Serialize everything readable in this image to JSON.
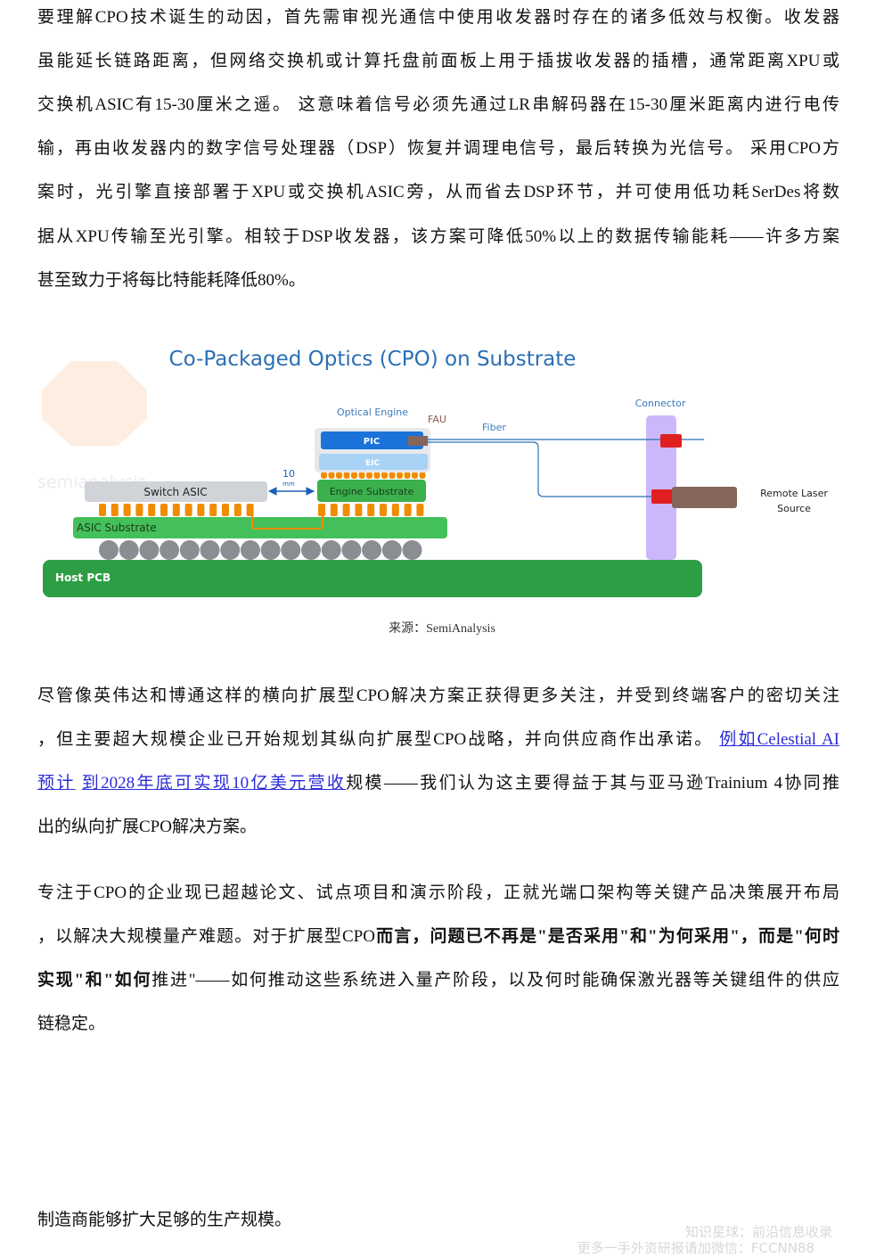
{
  "paragraphs": [
    {
      "lines": [
        [
          {
            "t": "要理解CPO技术诞生的动因，首先需审视光通信中使用收发器时存在的诸多低效与权衡。收发器"
          }
        ],
        [
          {
            "t": "虽能延长链路距离，但网络交换机或计算托盘前面板上用于插拔收发器的插槽，通常距离XPU或"
          }
        ],
        [
          {
            "t": "交换机ASIC有15-30厘米之遥。 这意味着信号必须先通过LR串解码器在15-30厘米距离内进行电传"
          }
        ],
        [
          {
            "t": "输，再由收发器内的数字信号处理器（DSP）恢复并调理电信号，最后转换为光信号。 采用CPO方"
          }
        ],
        [
          {
            "t": "案时，光引擎直接部署于XPU或交换机ASIC旁，从而省去DSP环节，并可使用低功耗SerDes将数"
          }
        ],
        [
          {
            "t": "据从XPU传输至光引擎。相较于DSP收发器，该方案可降低50%以上的数据传输能耗——许多方案"
          }
        ],
        [
          {
            "t": "甚至致力于将每比特能耗降低80%。"
          }
        ]
      ]
    },
    {
      "lines": [
        [
          {
            "t": "尽管像英伟达和博通这样的横向扩展型CPO解决方案正获得更多关注，并受到终端客户的密切关注"
          }
        ],
        [
          {
            "t": "，但主要超大规模企业已开始规划其纵向扩展型CPO战略，并向供应商作出承诺。 "
          },
          {
            "t": "例如Celestial AI",
            "style": "link"
          }
        ],
        [
          {
            "t": "预计",
            "style": "link"
          },
          {
            "t": " "
          },
          {
            "t": "到2028年底可实现10亿美元营收",
            "style": "link"
          },
          {
            "t": "规模——我们认为这主要得益于其与亚马逊Trainium 4协同推"
          }
        ],
        [
          {
            "t": "出的纵向扩展CPO解决方案。"
          }
        ]
      ]
    },
    {
      "lines": [
        [
          {
            "t": "专注于CPO的企业现已超越论文、试点项目和演示阶段，正就光端口架构等关键产品决策展开布局"
          }
        ],
        [
          {
            "t": "，以解决大规模量产难题。对于扩展型CPO"
          },
          {
            "t": "而言，问题已不再是\"是否采用\"和\"为何采用\"，而是\"何时",
            "style": "bold"
          }
        ],
        [
          {
            "t": "实现\"和\"如何",
            "style": "bold"
          },
          {
            "t": "推进\"——如何推动这些系统进入量产阶段，以及何时能确保激光器等关键组件的供应"
          }
        ],
        [
          {
            "t": "链稳定。"
          }
        ]
      ]
    },
    {
      "lines": [
        [
          {
            "t": "制造商能够扩大足够的生产规模。"
          }
        ]
      ]
    }
  ],
  "figure": {
    "title": "Co-Packaged Optics (CPO) on Substrate",
    "logo_text": "semianalysis",
    "labels": {
      "optical_engine": "Optical Engine",
      "fau": "FAU",
      "fiber": "Fiber",
      "connector": "Connector",
      "pic": "PIC",
      "eic": "EIC",
      "distance_value": "10",
      "distance_unit": "mm",
      "switch_asic": "Switch ASIC",
      "engine_substrate": "Engine Substrate",
      "asic_substrate": "ASIC Substrate",
      "host_pcb": "Host PCB",
      "remote_laser_1": "Remote Laser",
      "remote_laser_2": "Source"
    },
    "colors": {
      "title": "#2a6fb5",
      "pcb": "#2e9e44",
      "substrate": "#44c05a",
      "pic": "#1a73d9",
      "eic": "#a9d3f5",
      "bump": "#f08c00",
      "ball": "#8a8d92",
      "connector": "#cbb8fb",
      "red": "#e02020",
      "laser": "#86655a",
      "link": "#2b2bd6"
    },
    "caption": "来源：SemiAnalysis"
  },
  "watermark": {
    "line1": "知识星球：前沿信息收录",
    "line2": "更多一手外资研报请加微信：FCCNN88"
  }
}
